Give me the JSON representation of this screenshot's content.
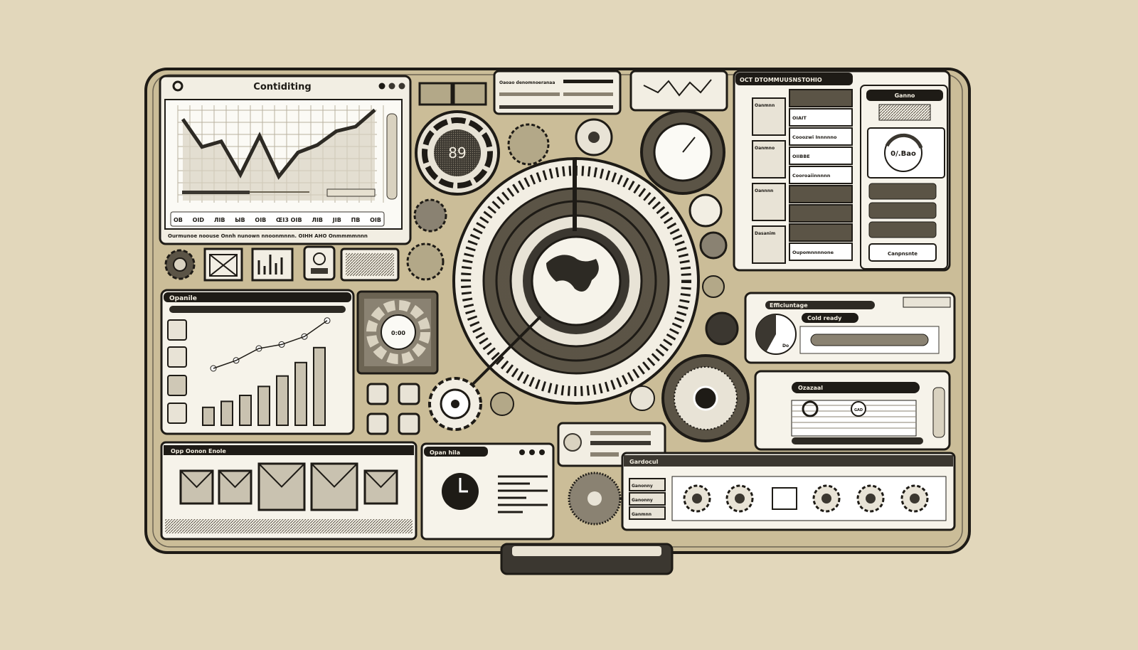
{
  "colors": {
    "background": "#e2d7bb",
    "frame": "#cbbd98",
    "ink": "#1e1b16",
    "paper": "#f6f3ea"
  },
  "trend_window": {
    "title": "Contiditing",
    "x_ticks": [
      "OB",
      "OID",
      "ЛIB",
      "ЫB",
      "OIB",
      "ŒI3 OIB",
      "ЛIB",
      "JIB",
      "ΠB",
      "OIB"
    ],
    "status_text": "Ourmunoe noouse Onnh nunown nnoonmnnn. OIHH AHO Onmmmmnnn",
    "series": [
      88,
      58,
      64,
      28,
      70,
      26,
      52,
      60,
      75,
      80,
      98
    ]
  },
  "growth_panel": {
    "title": "Opanile",
    "bars": [
      12,
      16,
      20,
      26,
      33,
      42,
      52
    ],
    "line": [
      30,
      38,
      50,
      54,
      62,
      78
    ]
  },
  "donut_panel": {
    "label": "0:00"
  },
  "gauge_left": {
    "value": "89"
  },
  "top_info_box": {
    "label": "Oaoao denomnoeranaa"
  },
  "list_window": {
    "title": "OCT DTOMMUUSNSTOHIO",
    "thumbnails": [
      "Oanmnn",
      "Oanmno",
      "Oannnn",
      "Dasanim"
    ],
    "items": [
      "OIAIT",
      "Cooozwi Innnnno",
      "OIIBBE",
      "Cooroaiinnnnn",
      "Oupomnnnnone"
    ]
  },
  "side_window": {
    "title": "Ganno",
    "gauge_value": "0/.Bao",
    "button": "Canpnsnte"
  },
  "efficiency_panel": {
    "title": "Efficiuntage",
    "tag": "Cold ready",
    "pie_label": "Do",
    "pie_fraction": 0.42
  },
  "map_panel": {
    "title": "Ozazaal",
    "marker": "GAD"
  },
  "gear_panel": {
    "title": "Gardocul",
    "buttons": [
      "Ganonny",
      "Ganonny",
      "Ganmnn"
    ]
  },
  "mail_panel": {
    "title": "Opp Oonon Enole"
  },
  "info_panel": {
    "title": "Opan hila"
  }
}
